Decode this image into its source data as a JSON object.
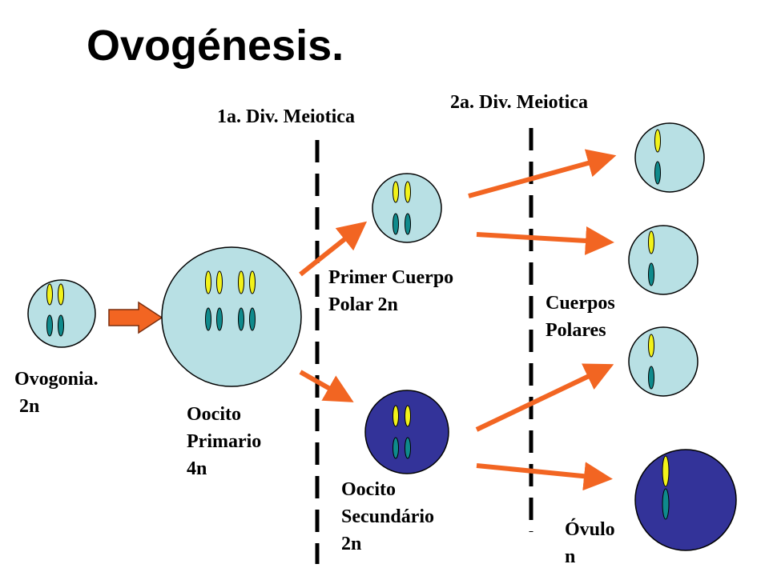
{
  "slide": {
    "title": "Ovogénesis.",
    "division_labels": {
      "first": "1a. Div. Meiotica",
      "second": "2a. Div. Meiotica"
    },
    "cell_labels": {
      "ovogonia": "Ovogonia.\n 2n",
      "oocito_primario": "Oocito\nPrimario\n4n",
      "primer_cuerpo_polar": "Primer Cuerpo\nPolar 2n",
      "oocito_secundario": "Oocito\nSecundário\n2n",
      "cuerpos_polares": "Cuerpos\nPolares",
      "ovulo": "Óvulo\nn"
    }
  },
  "colors": {
    "light_cell": "#b8e0e4",
    "dark_cell": "#333399",
    "arrow": "#f26522",
    "chromosome_yellow": "#f2f21a",
    "chromosome_teal": "#0f8a8c",
    "divider": "#000000"
  }
}
